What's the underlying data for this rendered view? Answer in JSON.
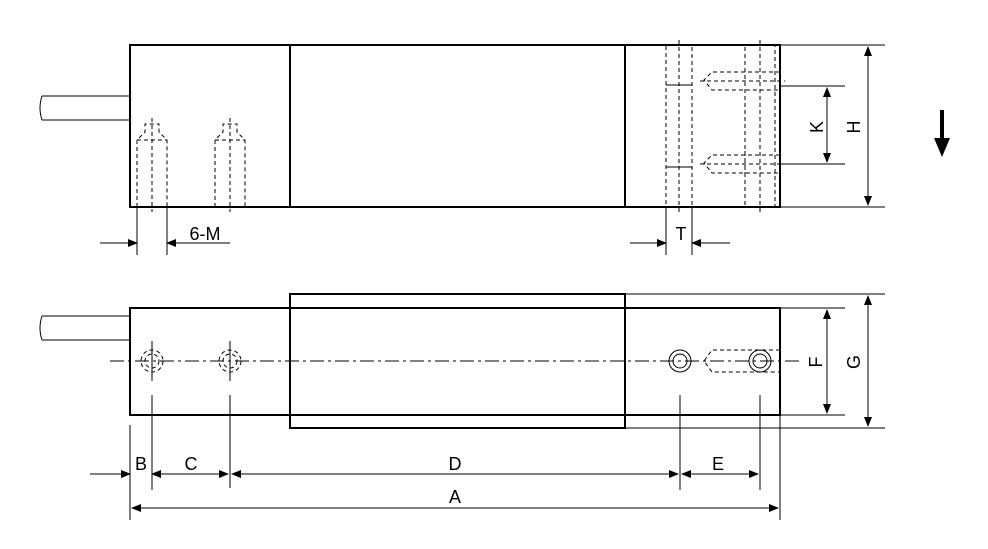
{
  "dimension_labels": {
    "A": "A",
    "B": "B",
    "C": "C",
    "D": "D",
    "E": "E",
    "F": "F",
    "G": "G",
    "H": "H",
    "K": "K",
    "T": "T",
    "M": "6-M"
  },
  "load_direction_icon": "arrow-down-icon"
}
